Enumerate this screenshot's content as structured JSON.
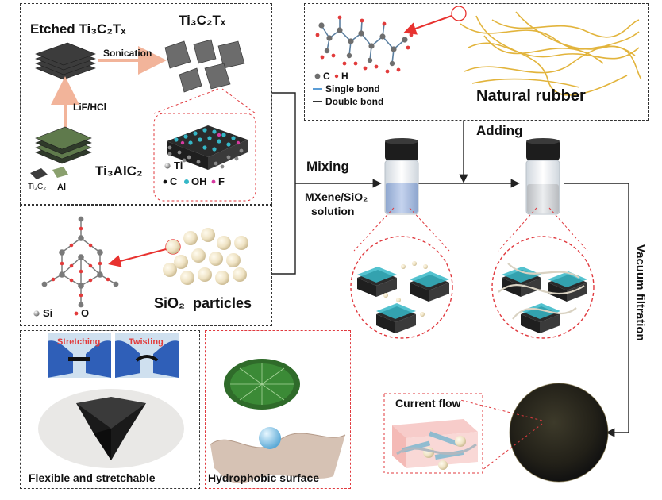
{
  "panel_mxene": {
    "etched": "Etched Ti₃C₂Tₓ",
    "product": "Ti₃C₂Tₓ",
    "sonication": "Sonication",
    "etchant": "LiF/HCl",
    "max_phase": "Ti₃AlC₂",
    "sub_ti3c2": "Ti₃C₂",
    "sub_al": "Al",
    "legend_ti": "Ti",
    "legend_c": "C",
    "legend_oh": "OH",
    "legend_f": "F"
  },
  "panel_rubber": {
    "title": "Natural rubber",
    "legend_c": "C",
    "legend_h": "H",
    "legend_single": "Single bond",
    "legend_double": "Double bond"
  },
  "panel_sio2": {
    "title": "SiO₂  particles",
    "legend_si": "Si",
    "legend_o": "O"
  },
  "flow": {
    "adding": "Adding",
    "mixing": "Mixing",
    "solution_line1": "MXene/SiO₂",
    "solution_line2": "solution",
    "vacuum": "Vacuum filtration",
    "current": "Current flow"
  },
  "panel_flexible": {
    "title": "Flexible and stretchable",
    "stretching": "Stretching",
    "twisting": "Twisting"
  },
  "panel_hydrophobic": {
    "title": "Hydrophobic surface"
  },
  "colors": {
    "dashed_red": "#e0393e",
    "arrow_red": "#e8322f",
    "arrow_salmon": "#f2b49a",
    "cyan": "#35b7c7",
    "magenta": "#d63aa0",
    "dark_gray": "#555555"
  }
}
